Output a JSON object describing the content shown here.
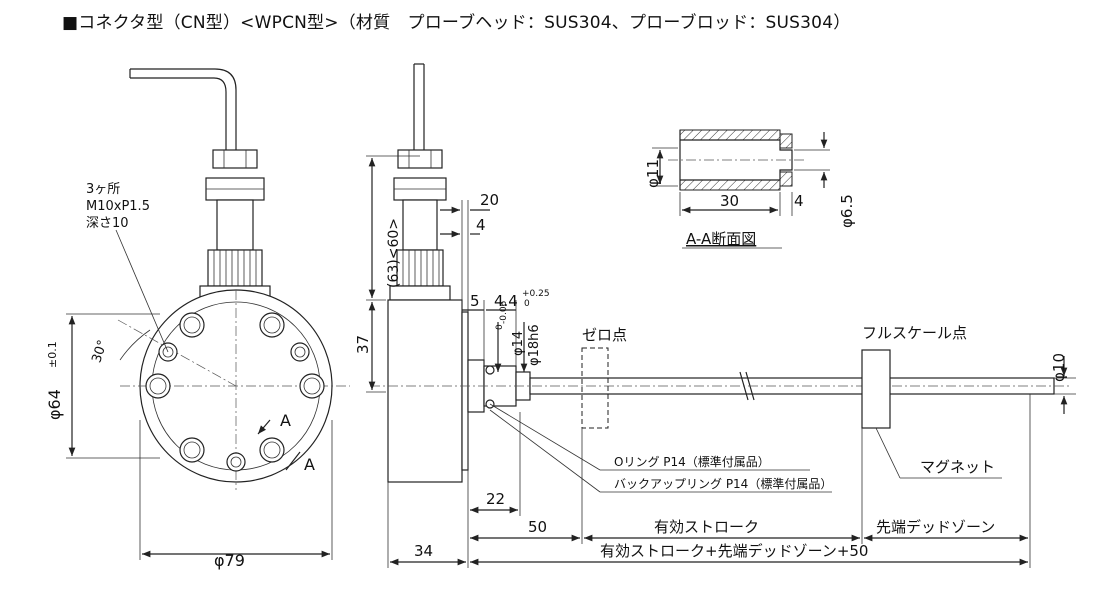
{
  "title": "■コネクタ型（CN型）<WPCN型>（材質　プローブヘッド：SUS304、プローブロッド：SUS304）",
  "front_view": {
    "note_count": "3ヶ所",
    "note_thread": "M10xP1.5",
    "note_depth": "深さ10",
    "angle": "30°",
    "dim_inner_dia": "φ64",
    "dim_inner_tol": "±0.1",
    "dim_outer_dia": "φ79",
    "section_mark_1": "A",
    "section_mark_2": "A"
  },
  "side_view": {
    "dim_connector": "(63)<60>",
    "dim_37": "37",
    "dim_20": "20",
    "dim_4": "4",
    "dim_5": "5",
    "dim_4_4": "4.4",
    "dim_4_4_tol_upper": "+0.25",
    "dim_4_4_tol_lower": "0",
    "dim_dia14": "φ14",
    "dim_dia14_tol_upper": "0",
    "dim_dia14_tol_lower": "-0.06",
    "dim_dia18": "φ18h6",
    "dim_dia10": "φ10",
    "label_zero": "ゼロ点",
    "label_fullscale": "フルスケール点",
    "label_oring": "Oリング P14（標準付属品）",
    "label_backup": "バックアップリング P14（標準付属品）",
    "label_magnet": "マグネット",
    "dim_22": "22",
    "dim_50": "50",
    "dim_34": "34",
    "label_stroke": "有効ストローク",
    "label_deadzone": "先端デッドゾーン",
    "label_total": "有効ストローク+先端デッドゾーン+50"
  },
  "section_view": {
    "dim_dia11": "φ11",
    "dim_30": "30",
    "dim_4": "4",
    "dim_dia6_5": "φ6.5",
    "caption": "A-A断面図"
  }
}
